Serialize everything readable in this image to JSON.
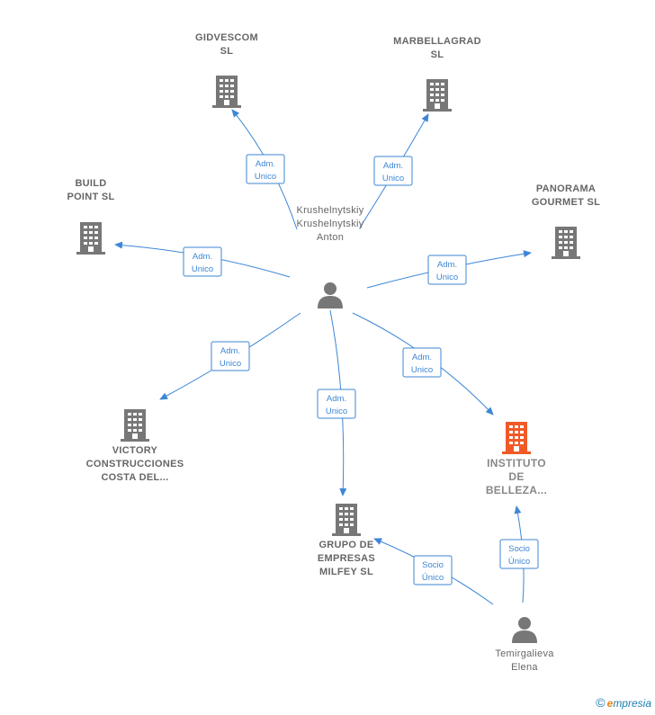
{
  "colors": {
    "edge": "#3d86d6",
    "company": "#777777",
    "company_highlight": "#f05a28",
    "person": "#777777"
  },
  "nodes": [
    {
      "id": "anton",
      "type": "person",
      "label": [
        "Krushelnytskiy",
        "Krushelnytskiy",
        "Anton"
      ],
      "icon": "person-icon"
    },
    {
      "id": "elena",
      "type": "person",
      "label": [
        "Temirgalieva",
        "Elena"
      ],
      "icon": "person-icon"
    },
    {
      "id": "gidvescom",
      "type": "company",
      "label": [
        "GIDVESCOM",
        "SL"
      ],
      "icon": "building-icon"
    },
    {
      "id": "marbellagrad",
      "type": "company",
      "label": [
        "MARBELLAGRAD",
        "SL"
      ],
      "icon": "building-icon"
    },
    {
      "id": "buildpoint",
      "type": "company",
      "label": [
        "BUILD",
        "POINT  SL"
      ],
      "icon": "building-icon"
    },
    {
      "id": "panorama",
      "type": "company",
      "label": [
        "PANORAMA",
        "GOURMET  SL"
      ],
      "icon": "building-icon"
    },
    {
      "id": "victory",
      "type": "company",
      "label": [
        "VICTORY",
        "CONSTRUCCIONES",
        "COSTA DEL..."
      ],
      "icon": "building-icon"
    },
    {
      "id": "instituto",
      "type": "company",
      "highlight": true,
      "label": [
        "INSTITUTO",
        "DE",
        "BELLEZA..."
      ],
      "icon": "building-icon"
    },
    {
      "id": "milfey",
      "type": "company",
      "label": [
        "GRUPO DE",
        "EMPRESAS",
        "MILFEY  SL"
      ],
      "icon": "building-icon"
    }
  ],
  "edges": [
    {
      "from": "anton",
      "to": "gidvescom",
      "label": [
        "Adm.",
        "Unico"
      ]
    },
    {
      "from": "anton",
      "to": "marbellagrad",
      "label": [
        "Adm.",
        "Unico"
      ]
    },
    {
      "from": "anton",
      "to": "buildpoint",
      "label": [
        "Adm.",
        "Unico"
      ]
    },
    {
      "from": "anton",
      "to": "panorama",
      "label": [
        "Adm.",
        "Unico"
      ]
    },
    {
      "from": "anton",
      "to": "victory",
      "label": [
        "Adm.",
        "Unico"
      ]
    },
    {
      "from": "anton",
      "to": "instituto",
      "label": [
        "Adm.",
        "Unico"
      ]
    },
    {
      "from": "anton",
      "to": "milfey",
      "label": [
        "Adm.",
        "Unico"
      ]
    },
    {
      "from": "elena",
      "to": "milfey",
      "label": [
        "Socio",
        "Único"
      ]
    },
    {
      "from": "elena",
      "to": "instituto",
      "label": [
        "Socio",
        "Único"
      ]
    }
  ],
  "footer": {
    "copyright_symbol": "©",
    "brand_first": "e",
    "brand_rest": "mpresia"
  }
}
